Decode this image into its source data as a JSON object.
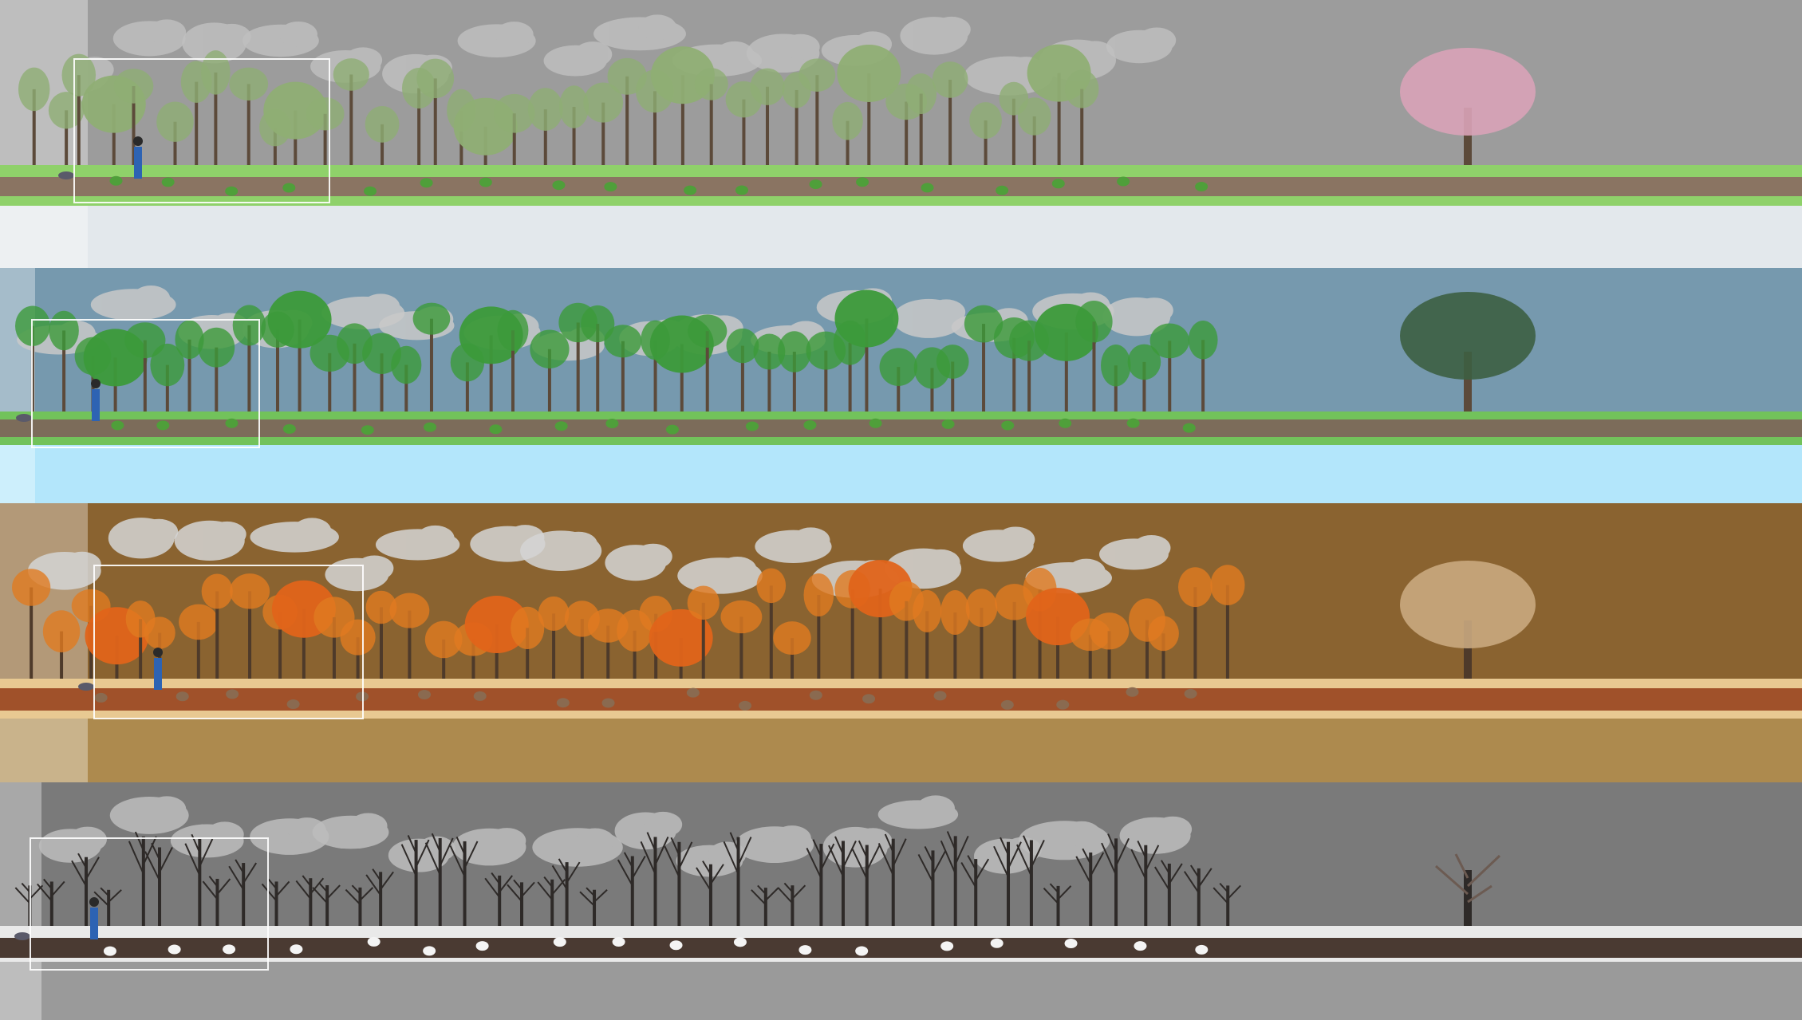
{
  "game": {
    "view": "seasonal side-scrolling landscape overview",
    "seasons": [
      {
        "id": "spring",
        "colors": {
          "sky": "#9c9c9c",
          "band": "#e3e8ec",
          "grass": "#8fd16a",
          "path": "#8a7462",
          "tree_crown": "#8fae74",
          "trunk": "#5c4a3a",
          "cloud": "#bfbfbf",
          "accent_tree": "#d9a3b8"
        },
        "icons": [
          "player-icon",
          "cat-icon",
          "hay-bale-icon",
          "flower-icon",
          "cherry-blossom-tree-icon"
        ]
      },
      {
        "id": "summer",
        "colors": {
          "sky": "#7699ae",
          "band": "#b3e6fb",
          "grass": "#72c25b",
          "path": "#7c6c5a",
          "tree_crown": "#3c9a3a",
          "trunk": "#5c4a3a",
          "cloud": "#c9c9c9",
          "accent_tree": "#3d5f43"
        },
        "icons": [
          "player-icon",
          "cat-icon",
          "bench-icon",
          "blanket-icon",
          "bush-icon",
          "phone-icon",
          "oak-tree-icon"
        ]
      },
      {
        "id": "autumn",
        "colors": {
          "sky": "#8a6330",
          "band": "#ad8a4e",
          "grass": "#e8c992",
          "path": "#a0512a",
          "tree_crown": "#e07a20",
          "trunk": "#4e3a2a",
          "cloud": "#d5d5d5",
          "accent_tree": "#c9a87f"
        },
        "icons": [
          "player-icon",
          "cat-icon",
          "rock-icon",
          "phone-icon",
          "cat-tree-icon",
          "autumn-tree-icon"
        ]
      },
      {
        "id": "winter",
        "colors": {
          "sky": "#7a7a7a",
          "band": "#9a9a9a",
          "grass": "#e9e9e9",
          "path": "#4a3a32",
          "tree_crown": "#2e2a28",
          "trunk": "#2e2a28",
          "cloud": "#bdbdbd",
          "accent_tree": "#6c5b52"
        },
        "icons": [
          "player-icon",
          "cat-icon",
          "snow-rock-icon",
          "snowman-icon",
          "campfire-icon",
          "bare-tree-icon"
        ]
      }
    ]
  }
}
